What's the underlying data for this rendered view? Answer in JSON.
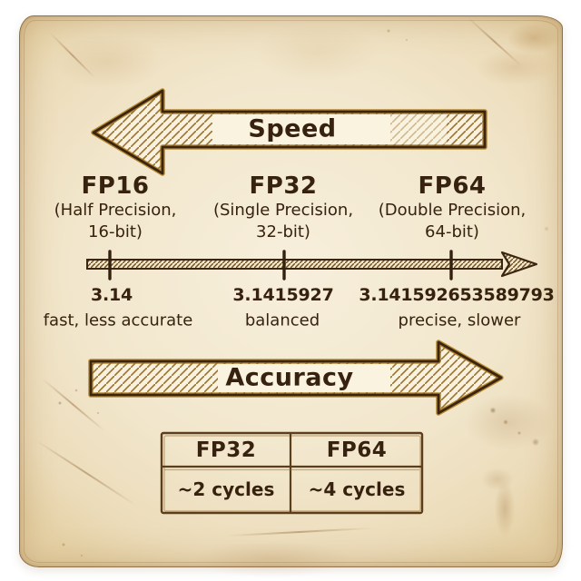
{
  "speed_arrow": {
    "label": "Speed",
    "direction": "left"
  },
  "accuracy_arrow": {
    "label": "Accuracy",
    "direction": "right"
  },
  "number_line": {
    "direction": "right",
    "tick_count": 3
  },
  "precisions": [
    {
      "name": "FP16",
      "subtitle_line1": "(Half Precision,",
      "subtitle_line2": "16-bit)",
      "pi_value": "3.14",
      "tradeoff": "fast, less accurate"
    },
    {
      "name": "FP32",
      "subtitle_line1": "(Single Precision,",
      "subtitle_line2": "32-bit)",
      "pi_value": "3.1415927",
      "tradeoff": "balanced"
    },
    {
      "name": "FP64",
      "subtitle_line1": "(Double Precision,",
      "subtitle_line2": "64-bit)",
      "pi_value": "3.141592653589793",
      "tradeoff": "precise, slower"
    }
  ],
  "cycles_table": {
    "columns": [
      {
        "header": "FP32",
        "value": "~2 cycles"
      },
      {
        "header": "FP64",
        "value": "~4 cycles"
      }
    ]
  },
  "colors": {
    "ink": "#36220f",
    "arrow_outline": "#3c2510",
    "arrow_gold": "#b08226",
    "hatch": "#8a6426",
    "parchment": "#f2e7cd"
  }
}
